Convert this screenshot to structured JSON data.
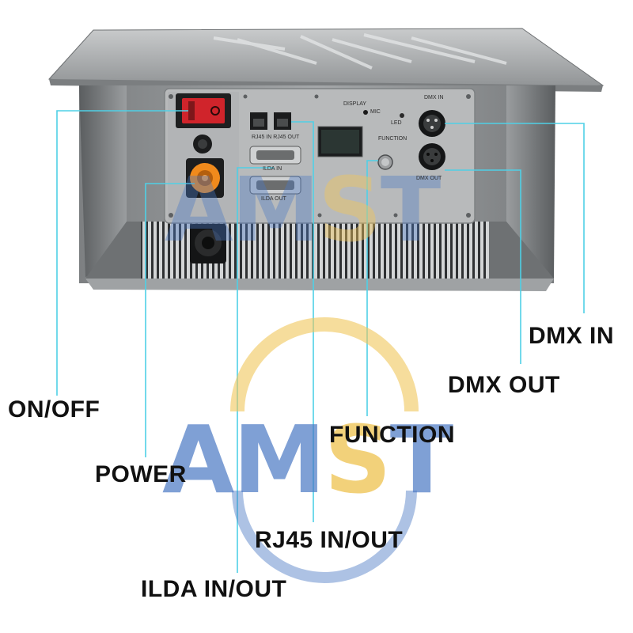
{
  "panel_labels": {
    "display": "DISPLAY",
    "mic": "MIC",
    "led": "LED",
    "function": "FUNCTION",
    "dmx_in": "DMX IN",
    "dmx_out": "DMX OUT",
    "rj45": "RJ45 IN   RJ45 OUT",
    "ilda_in": "ILDA IN",
    "ilda_out": "ILDA OUT"
  },
  "callouts": {
    "on_off": "ON/OFF",
    "power": "POWER",
    "ilda": "ILDA IN/OUT",
    "rj45": "RJ45 IN/OUT",
    "function": "FUNCTION",
    "dmx_out": "DMX OUT",
    "dmx_in": "DMX IN"
  },
  "watermark": {
    "letters_am": "AM",
    "letter_s": "S",
    "letter_t": "T"
  },
  "colors": {
    "callout_line": "#4fd0e6",
    "body_gray": "#8e9193",
    "panel_gray": "#b7b9bb",
    "switch_red": "#d0242b",
    "powercon_orange": "#f08a1c",
    "watermark_blue": "#4a78c4",
    "watermark_gold": "#f0c65a"
  }
}
